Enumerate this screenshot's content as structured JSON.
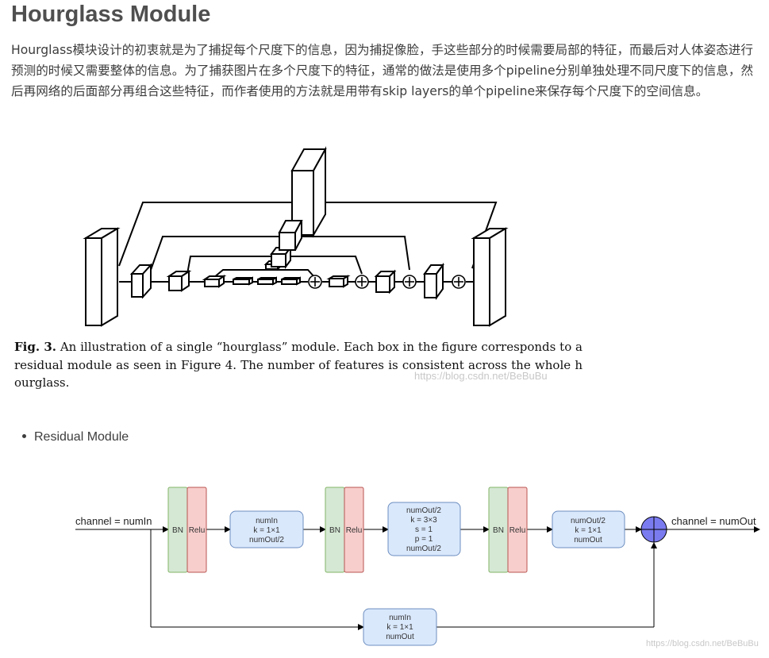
{
  "heading": "Hourglass Module",
  "paragraph": "Hourglass模块设计的初衷就是为了捕捉每个尺度下的信息，因为捕捉像脸，手这些部分的时候需要局部的特征，而最后对人体姿态进行预测的时候又需要整体的信息。为了捕获图片在多个尺度下的特征，通常的做法是使用多个pipeline分别单独处理不同尺度下的信息，然后再网络的后面部分再组合这些特征，而作者使用的方法就是用带有skip layers的单个pipeline来保存每个尺度下的空间信息。",
  "figure": {
    "caption_label": "Fig. 3.",
    "caption_text": " An illustration of a single “hourglass” module. Each box in the figure corresponds to a residual module as seen in Figure 4. The number of features is consistent across the whole hourglass.",
    "watermark": "https://blog.csdn.net/BeBuBu"
  },
  "list": {
    "item_1": "Residual Module"
  },
  "residual": {
    "input_label": "channel = numIn",
    "output_label": "channel = numOut",
    "bn_label": "BN",
    "relu_label": "Relu",
    "conv1": [
      "numIn",
      "k = 1×1",
      "numOut/2"
    ],
    "conv2": [
      "numOut/2",
      "k = 3×3",
      "s = 1",
      "p = 1",
      "numOut/2"
    ],
    "conv3": [
      "numOut/2",
      "k = 1×1",
      "numOut"
    ],
    "skip": [
      "numIn",
      "k = 1×1",
      "numOut"
    ],
    "colors": {
      "bn_fill": "#d5e8d4",
      "bn_stroke": "#82b366",
      "relu_fill": "#f8cecc",
      "relu_stroke": "#b85450",
      "conv_fill": "#dae8fc",
      "conv_stroke": "#6c8ebf",
      "add_fill": "#7b7bf0"
    },
    "watermark": "https://blog.csdn.net/BeBuBu"
  }
}
